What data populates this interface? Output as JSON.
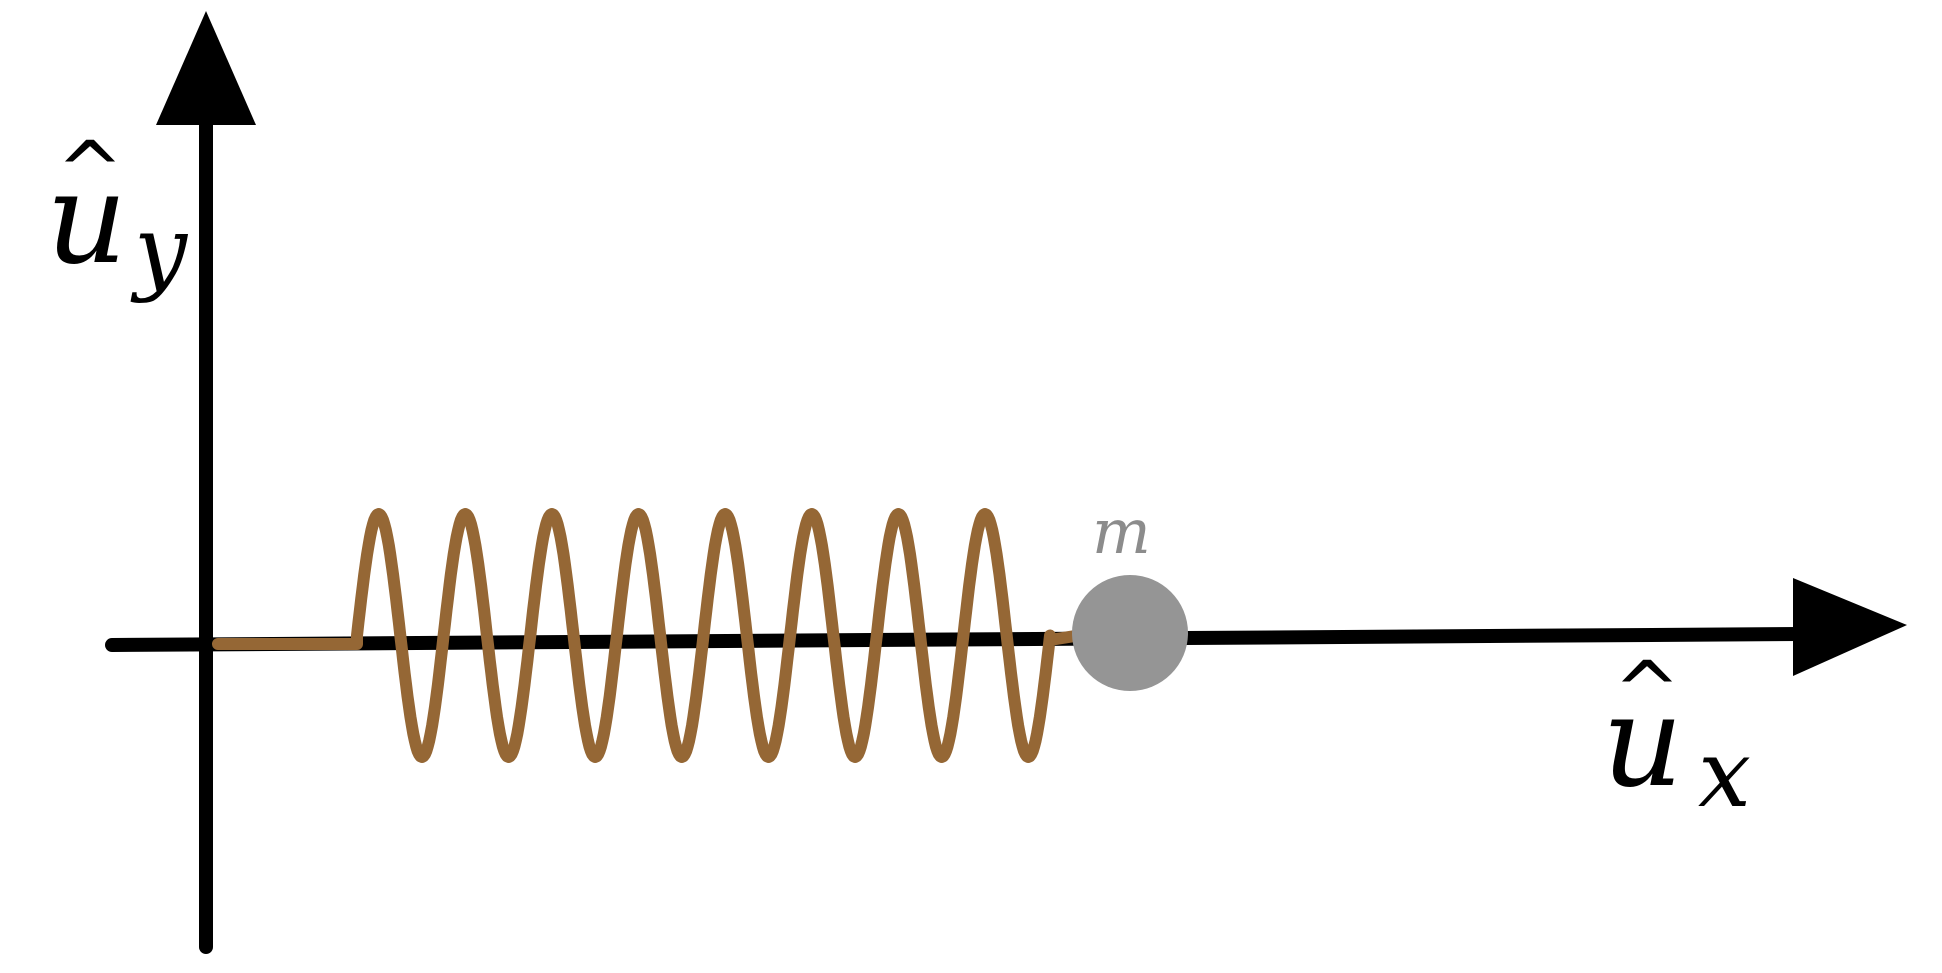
{
  "labels": {
    "y_axis": {
      "base": "u",
      "subscript": "y",
      "accent": "^"
    },
    "x_axis": {
      "base": "u",
      "subscript": "x",
      "accent": "^"
    },
    "mass": "m"
  },
  "colors": {
    "axis": "#000000",
    "spring": "#956735",
    "mass_fill": "#959595",
    "mass_label": "#8c8c8c",
    "background": "#ffffff"
  },
  "spring": {
    "coil_count": 8
  },
  "icons": {
    "x_arrowhead": "triangle-right",
    "y_arrowhead": "triangle-up",
    "mass": "filled-circle"
  }
}
